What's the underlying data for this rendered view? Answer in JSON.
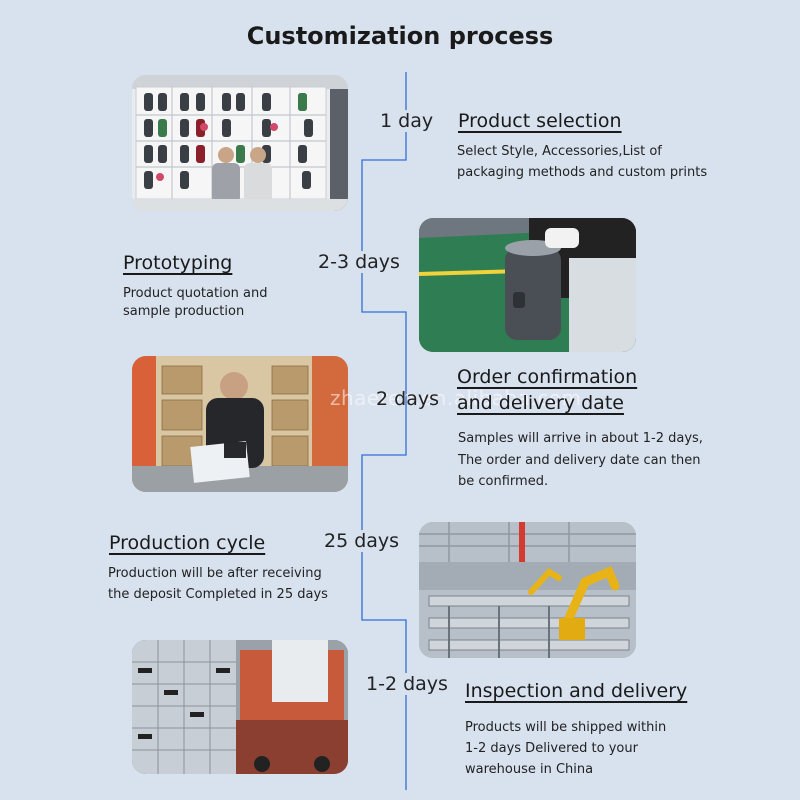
{
  "title": "Customization process",
  "watermark": "zhaeren.en.alibaba.com",
  "steps": [
    {
      "days": "1 day",
      "heading": "Product selection",
      "desc": [
        "Select Style, Accessories,List of",
        "packaging methods and custom prints"
      ]
    },
    {
      "days": "2-3 days",
      "heading": "Prototyping",
      "desc": [
        "Product quotation and",
        "sample production"
      ]
    },
    {
      "days": "2 days",
      "heading": "Order confirmation and delivery date",
      "desc": [
        "Samples will arrive in about 1-2 days,",
        "The order and delivery date can then",
        "be confirmed."
      ]
    },
    {
      "days": "25 days",
      "heading": "Production cycle",
      "desc": [
        "Production will be after receiving",
        "the deposit Completed in 25 days"
      ]
    },
    {
      "days": "1-2 days",
      "heading": "Inspection and delivery",
      "desc": [
        "Products will be shipped within",
        "1-2 days Delivered to your",
        "warehouse in China"
      ]
    }
  ],
  "photos": [
    "showroom-photo",
    "prototype-photo",
    "warehouse-photo",
    "factory-photo",
    "shipping-photo"
  ]
}
